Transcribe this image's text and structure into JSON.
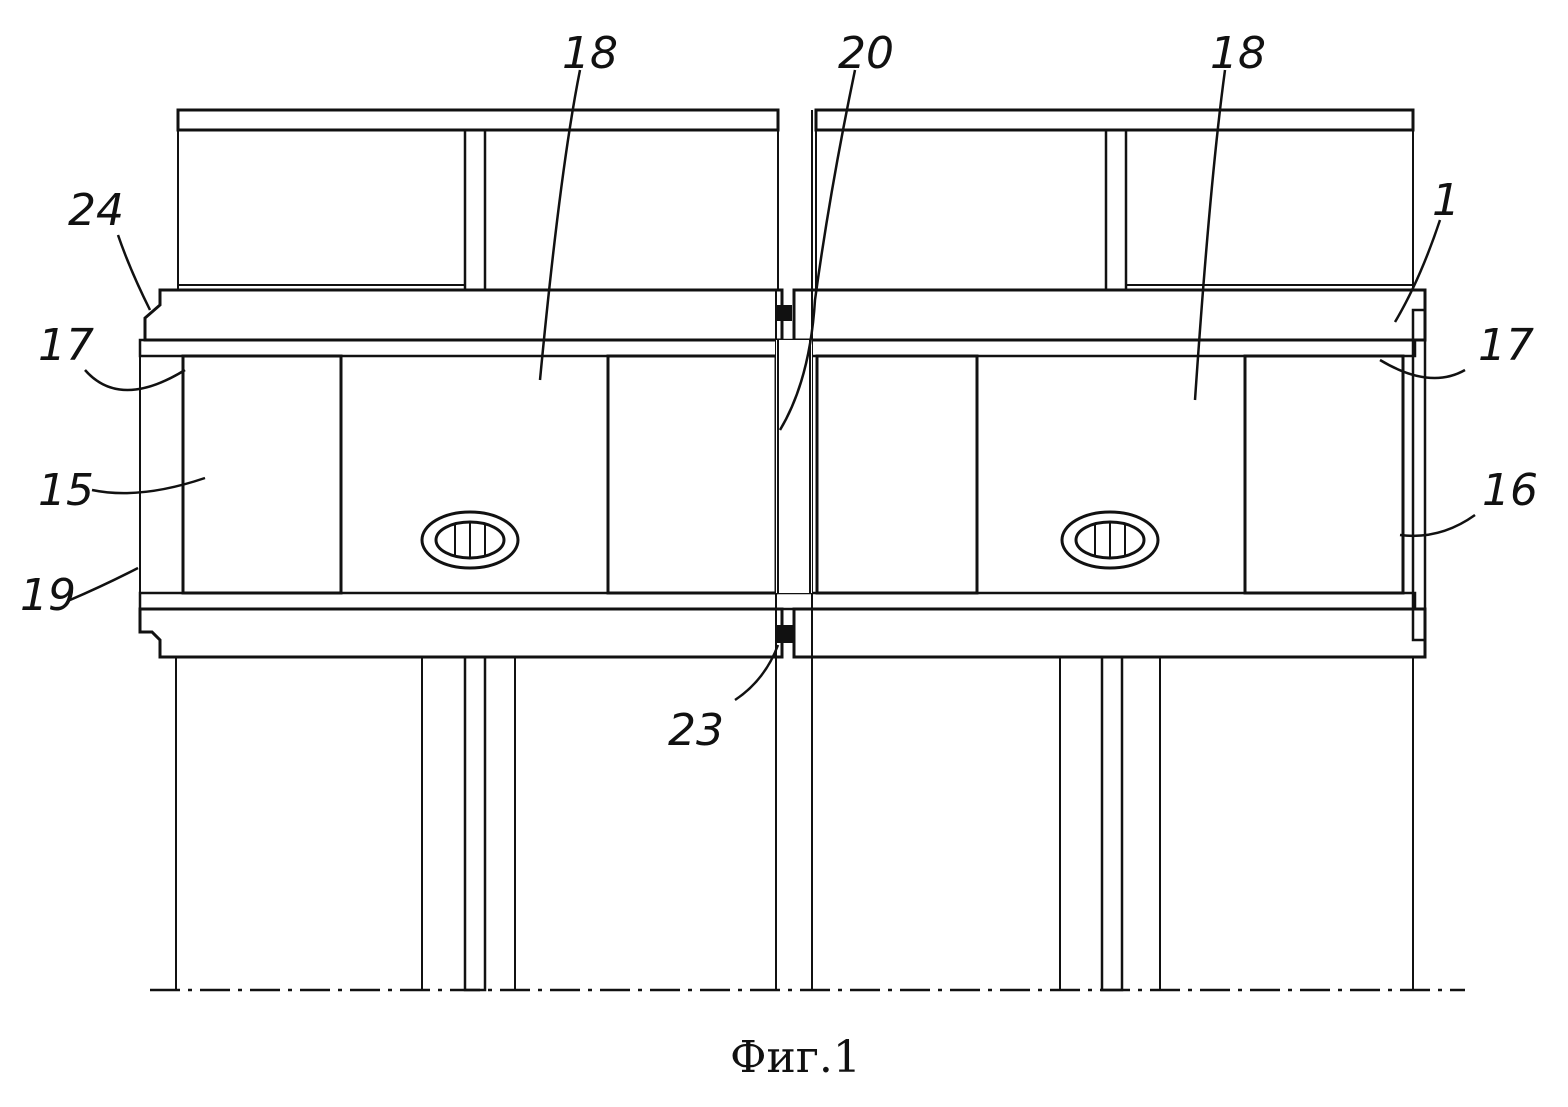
{
  "caption": "Фиг.1",
  "labels": {
    "l18a": "18",
    "l20a": "20",
    "l18b": "18",
    "l24": "24",
    "l1": "1",
    "l17a": "17",
    "l17b": "17",
    "l15": "15",
    "l16": "16",
    "l19": "19",
    "l23": "23"
  }
}
